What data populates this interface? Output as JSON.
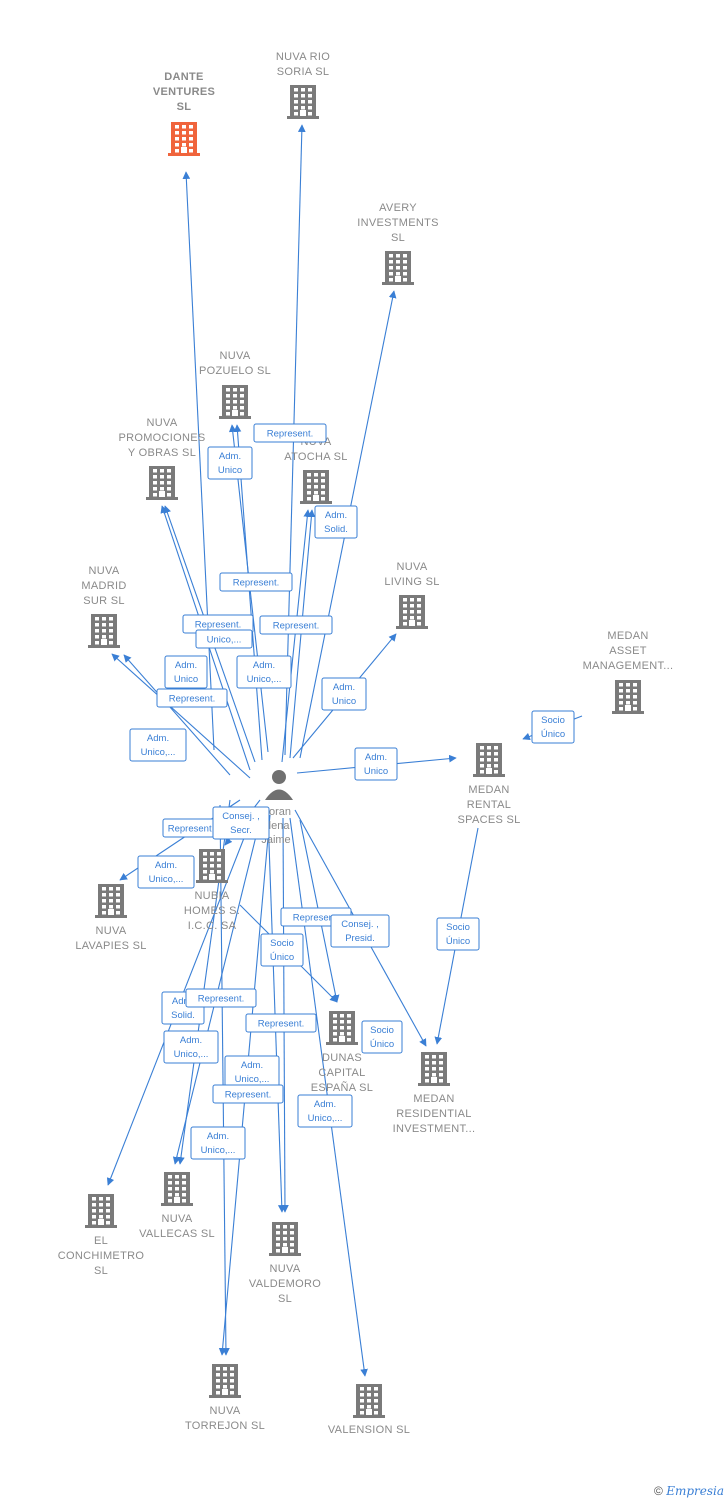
{
  "colors": {
    "edge": "#3a7fd5",
    "company": "#7a7a7a",
    "highlight": "#f0643c",
    "person": "#707070"
  },
  "center_person": {
    "lines": [
      "Doran",
      "Llena",
      "Jaime"
    ],
    "icon": "person-icon"
  },
  "companies": [
    {
      "id": "dante",
      "lines": [
        "DANTE",
        "VENTURES",
        "SL"
      ],
      "highlight": true
    },
    {
      "id": "rio",
      "lines": [
        "NUVA RIO",
        "SORIA  SL"
      ]
    },
    {
      "id": "avery",
      "lines": [
        "AVERY",
        "INVESTMENTS",
        "SL"
      ]
    },
    {
      "id": "pozuelo",
      "lines": [
        "NUVA",
        "POZUELO  SL"
      ]
    },
    {
      "id": "promo",
      "lines": [
        "NUVA",
        "PROMOCIONES",
        "Y OBRAS  SL"
      ]
    },
    {
      "id": "atocha",
      "lines": [
        "NUVA",
        "ATOCHA  SL"
      ]
    },
    {
      "id": "living",
      "lines": [
        "NUVA",
        "LIVING  SL"
      ]
    },
    {
      "id": "madrid",
      "lines": [
        "NUVA",
        "MADRID",
        "SUR  SL"
      ]
    },
    {
      "id": "asset",
      "lines": [
        "MEDAN",
        "ASSET",
        "MANAGEMENT..."
      ]
    },
    {
      "id": "rental",
      "lines": [
        "MEDAN",
        "RENTAL",
        "SPACES  SL"
      ]
    },
    {
      "id": "nubia",
      "lines": [
        "NUBIA",
        "HOMES S.",
        "I.C.C. SA"
      ]
    },
    {
      "id": "lavapies",
      "lines": [
        "NUVA",
        "LAVAPIES  SL"
      ]
    },
    {
      "id": "dunas",
      "lines": [
        "DUNAS",
        "CAPITAL",
        "ESPAÑA SL"
      ]
    },
    {
      "id": "residential",
      "lines": [
        "MEDAN",
        "RESIDENTIAL",
        "INVESTMENT..."
      ]
    },
    {
      "id": "conchimetro",
      "lines": [
        "EL",
        "CONCHIMETRO",
        "SL"
      ]
    },
    {
      "id": "vallecas",
      "lines": [
        "NUVA",
        "VALLECAS  SL"
      ]
    },
    {
      "id": "valdemoro",
      "lines": [
        "NUVA",
        "VALDEMORO",
        "SL"
      ]
    },
    {
      "id": "torrejon",
      "lines": [
        "NUVA",
        "TORREJON  SL"
      ]
    },
    {
      "id": "valension",
      "lines": [
        "VALENSION  SL"
      ]
    }
  ],
  "relations": [
    {
      "lines": [
        "Represent."
      ]
    },
    {
      "lines": [
        "Adm.",
        "Unico"
      ]
    },
    {
      "lines": [
        "Adm.",
        "Solid."
      ]
    },
    {
      "lines": [
        "Represent."
      ]
    },
    {
      "lines": [
        "Represent."
      ]
    },
    {
      "lines": [
        "Represent."
      ]
    },
    {
      "lines": [
        "Unico,..."
      ]
    },
    {
      "lines": [
        "Adm.",
        "Unico"
      ]
    },
    {
      "lines": [
        "Adm.",
        "Unico,..."
      ]
    },
    {
      "lines": [
        "Represent."
      ]
    },
    {
      "lines": [
        "Adm.",
        "Unico"
      ]
    },
    {
      "lines": [
        "Adm.",
        "Unico,..."
      ]
    },
    {
      "lines": [
        "Adm.",
        "Unico"
      ]
    },
    {
      "lines": [
        "Socio",
        "Único"
      ]
    },
    {
      "lines": [
        "Represent."
      ]
    },
    {
      "lines": [
        "Consej. ,",
        "Secr."
      ]
    },
    {
      "lines": [
        "Adm.",
        "Unico,..."
      ]
    },
    {
      "lines": [
        "Represent."
      ]
    },
    {
      "lines": [
        "Consej. ,",
        "Presid."
      ]
    },
    {
      "lines": [
        "Socio",
        "Único"
      ]
    },
    {
      "lines": [
        "Socio",
        "Único"
      ]
    },
    {
      "lines": [
        "Adm.",
        "Solid."
      ]
    },
    {
      "lines": [
        "Represent."
      ]
    },
    {
      "lines": [
        "Represent."
      ]
    },
    {
      "lines": [
        "Socio",
        "Único"
      ]
    },
    {
      "lines": [
        "Adm.",
        "Unico,..."
      ]
    },
    {
      "lines": [
        "Adm.",
        "Unico,..."
      ]
    },
    {
      "lines": [
        "Represent."
      ]
    },
    {
      "lines": [
        "Adm.",
        "Unico,..."
      ]
    },
    {
      "lines": [
        "Adm.",
        "Unico,..."
      ]
    }
  ],
  "footer": {
    "copyright": "©",
    "brand": "Empresia"
  }
}
